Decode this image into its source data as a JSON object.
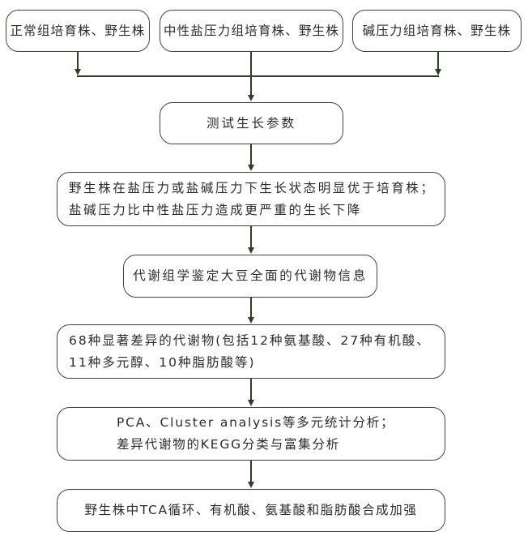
{
  "diagram": {
    "type": "flowchart",
    "colors": {
      "border": "#3d4a38",
      "connector": "#2f3d2b",
      "text": "#2b2b2b",
      "background": "#ffffff"
    },
    "top_row": [
      {
        "id": "normal",
        "label": "正常组培育株、野生株"
      },
      {
        "id": "neutral_salt",
        "label": "中性盐压力组培育株、野生株"
      },
      {
        "id": "alkali",
        "label": "碱压力组培育株、野生株"
      }
    ],
    "steps": [
      {
        "id": "measure",
        "lines": [
          "测试生长参数"
        ]
      },
      {
        "id": "growth_result",
        "lines": [
          "野生株在盐压力或盐碱压力下生长状态明显优于培育株；",
          "盐碱压力比中性盐压力造成更严重的生长下降"
        ]
      },
      {
        "id": "metabolomics",
        "lines": [
          "代谢组学鉴定大豆全面的代谢物信息"
        ]
      },
      {
        "id": "diff_metabolites",
        "lines": [
          "68种显著差异的代谢物(包括12种氨基酸、27种有机酸、",
          "11种多元醇、10种脂肪酸等)"
        ]
      },
      {
        "id": "analysis",
        "lines": [
          "PCA、Cluster analysis等多元统计分析；",
          "差异代谢物的KEGG分类与富集分析"
        ]
      },
      {
        "id": "conclusion",
        "lines": [
          "野生株中TCA循环、有机酸、氨基酸和脂肪酸合成加强"
        ]
      }
    ]
  }
}
